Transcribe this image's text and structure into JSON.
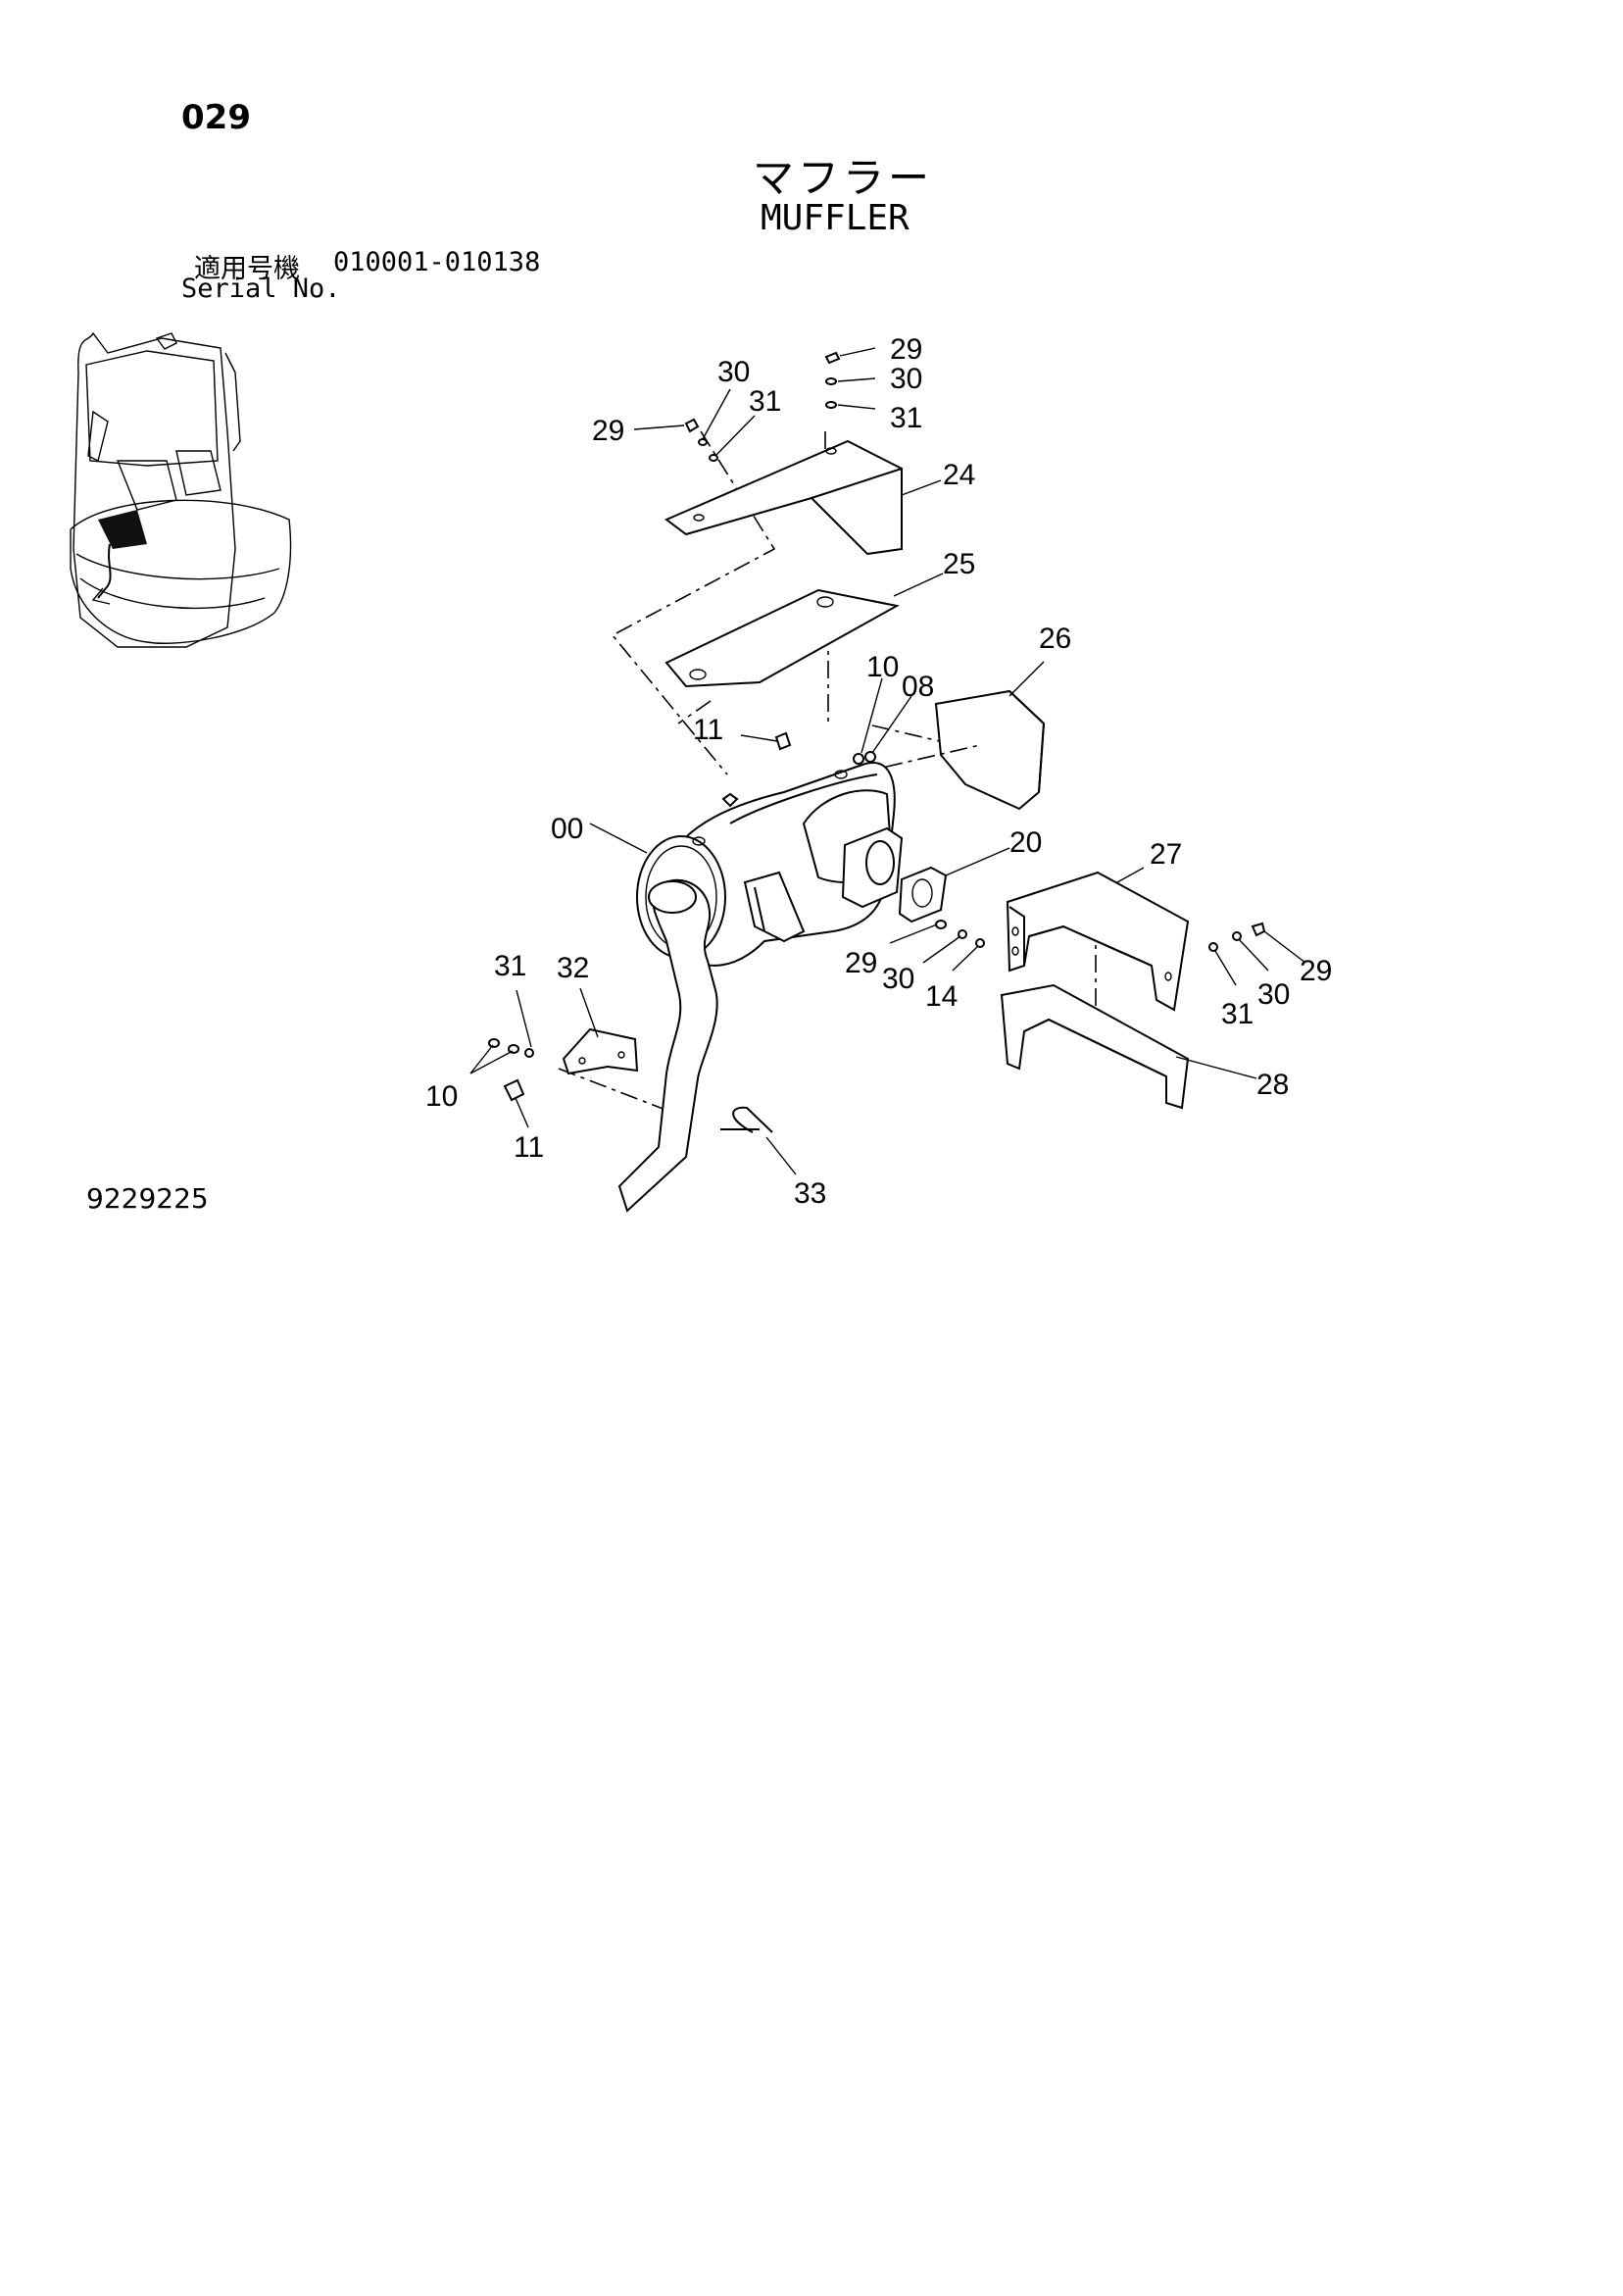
{
  "page": {
    "number": "029",
    "title_jp": "マフラー",
    "title_en": "MUFFLER",
    "serial_label_jp": "適用号機",
    "serial_range": "010001-010138",
    "serial_label_en": "Serial No.",
    "drawing_number": "9229225"
  },
  "callouts": {
    "c29a": "29",
    "c30a": "30",
    "c31a": "31",
    "c30b": "30",
    "c31b": "31",
    "c29b": "29",
    "c24": "24",
    "c25": "25",
    "c26": "26",
    "c10a": "10",
    "c08": "08",
    "c11a": "11",
    "c00": "00",
    "c20": "20",
    "c27": "27",
    "c29c": "29",
    "c30c": "30",
    "c14": "14",
    "c31c": "31",
    "c30d": "30",
    "c29d": "29",
    "c31d": "31",
    "c32": "32",
    "c10b": "10",
    "c11b": "11",
    "c33": "33",
    "c28": "28"
  }
}
